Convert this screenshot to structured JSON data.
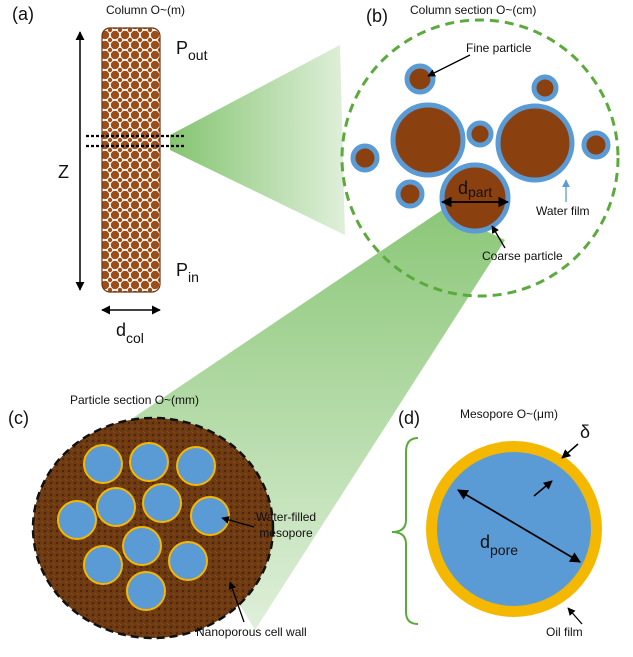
{
  "panels": {
    "a": {
      "label": "(a)",
      "title": "Column O~(m)",
      "axis_symbol": "Z",
      "outlet_main": "P",
      "outlet_sub": "out",
      "inlet_main": "P",
      "inlet_sub": "in",
      "diameter_main": "d",
      "diameter_sub": "col"
    },
    "b": {
      "label": "(b)",
      "title": "Column section O~(cm)",
      "fine_particle": "Fine particle",
      "water_film": "Water film",
      "coarse_particle": "Coarse particle",
      "diameter_main": "d",
      "diameter_sub": "part"
    },
    "c": {
      "label": "(c)",
      "title": "Particle section O~(mm)",
      "mesopore_line1": "Water-filled",
      "mesopore_line2": "mesopore",
      "cell_wall": "Nanoporous cell wall"
    },
    "d": {
      "label": "(d)",
      "title": "Mesopore O~(μm)",
      "thickness_symbol": "δ",
      "diameter_main": "d",
      "diameter_sub": "pore",
      "oil_film": "Oil film"
    }
  },
  "colors": {
    "particle_brown": "#8b4010",
    "water_blue": "#5b9bd5",
    "oil_yellow": "#f5b800",
    "zoom_green": "#7fc16a",
    "boundary_green": "#5aaa3c"
  }
}
